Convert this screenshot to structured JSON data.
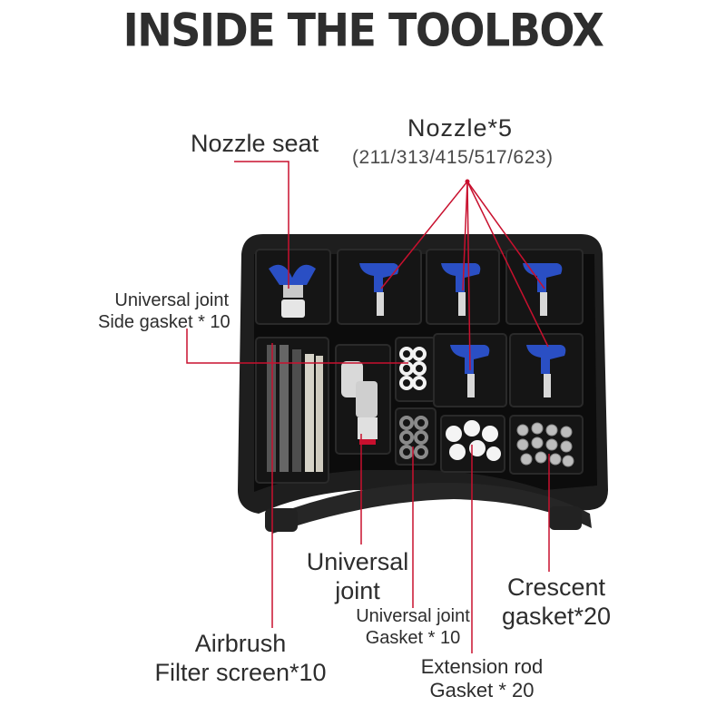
{
  "title": "INSIDE THE TOOLBOX",
  "labels": {
    "nozzle_seat": "Nozzle seat",
    "nozzle_count": "Nozzle*5",
    "nozzle_sizes": "(211/313/415/517/623)",
    "side_gasket_line1": "Universal joint",
    "side_gasket_line2": "Side gasket * 10",
    "universal_joint_line1": "Universal",
    "universal_joint_line2": "joint",
    "crescent_line1": "Crescent",
    "crescent_line2": "gasket*20",
    "joint_gasket_line1": "Universal joint",
    "joint_gasket_line2": "Gasket * 10",
    "airbrush_line1": "Airbrush",
    "airbrush_line2": "Filter screen*10",
    "extension_line1": "Extension rod",
    "extension_line2": "Gasket * 20"
  },
  "colors": {
    "case": "#1c1c1c",
    "foam": "#0d0d0d",
    "leader_line": "#c8102e",
    "nozzle_blue": "#2a4fc4",
    "text": "#2d2d2d"
  }
}
